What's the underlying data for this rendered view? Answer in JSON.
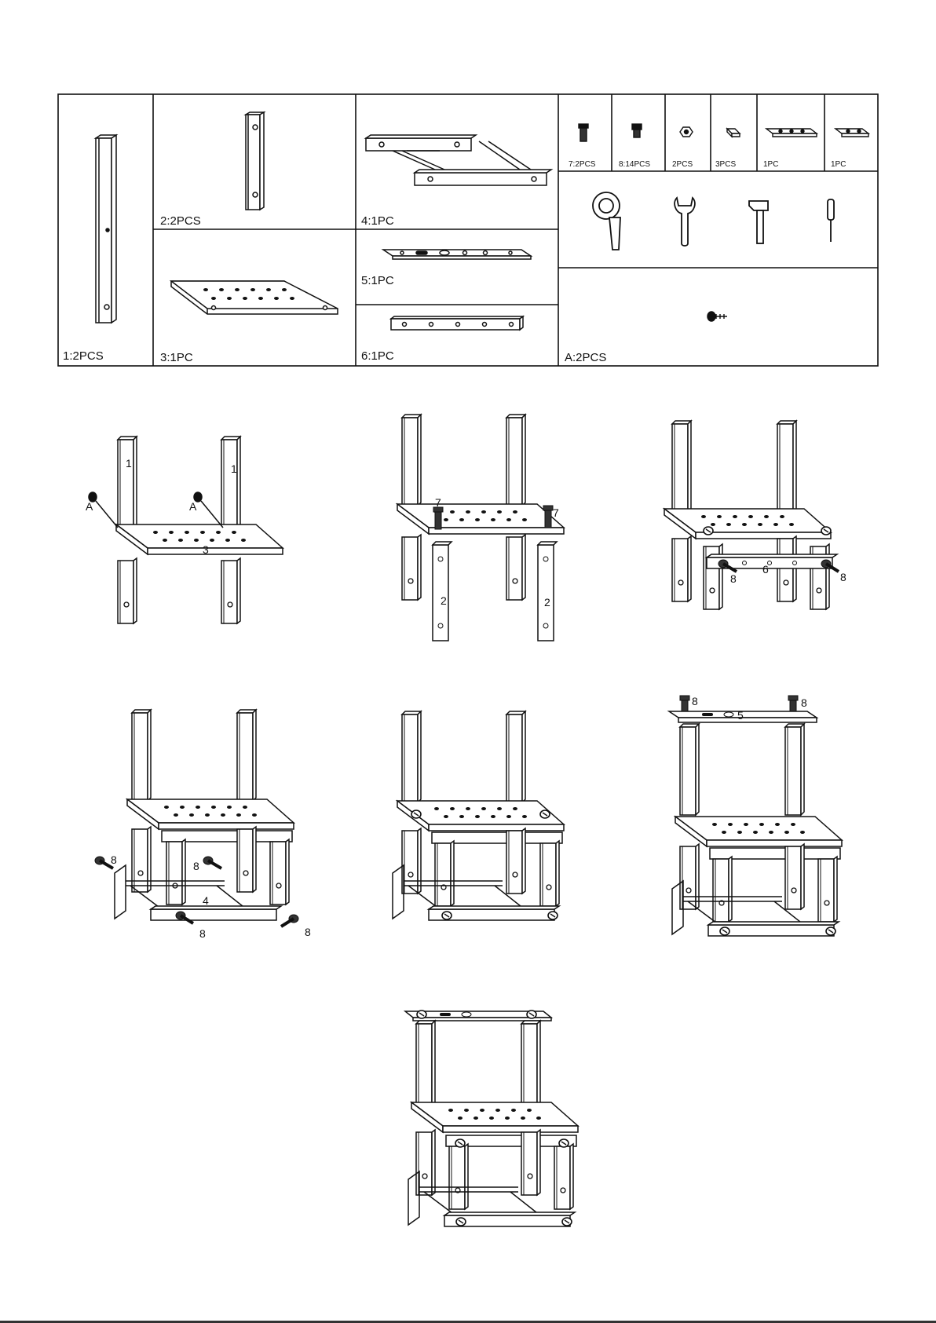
{
  "parts_table": {
    "cells": [
      {
        "id": "p1",
        "label": "1:2PCS"
      },
      {
        "id": "p2",
        "label": "2:2PCS"
      },
      {
        "id": "p3",
        "label": "3:1PC"
      },
      {
        "id": "p4",
        "label": "4:1PC"
      },
      {
        "id": "p5",
        "label": "5:1PC"
      },
      {
        "id": "p6",
        "label": "6:1PC"
      },
      {
        "id": "pA",
        "label": "A:2PCS"
      }
    ],
    "hardware": [
      {
        "id": "h7",
        "label": "7:2PCS"
      },
      {
        "id": "h8",
        "label": "8:14PCS"
      },
      {
        "id": "hn",
        "label": "2PCS"
      },
      {
        "id": "hs",
        "label": "3PCS"
      },
      {
        "id": "hb1",
        "label": "1PC"
      },
      {
        "id": "hb2",
        "label": "1PC"
      }
    ],
    "tools": [
      "ring-wrench-icon",
      "open-wrench-icon",
      "hammer-icon",
      "screwdriver-icon"
    ]
  },
  "steps": {
    "s1": {
      "leg": "1",
      "screw": "A",
      "shelf": "3"
    },
    "s2": {
      "bolt": "7",
      "leg": "2"
    },
    "s3": {
      "bolt": "8",
      "bar": "6"
    },
    "s4": {
      "bolt": "8",
      "frame": "4"
    },
    "s6": {
      "bolt": "8",
      "bar": "5"
    }
  }
}
